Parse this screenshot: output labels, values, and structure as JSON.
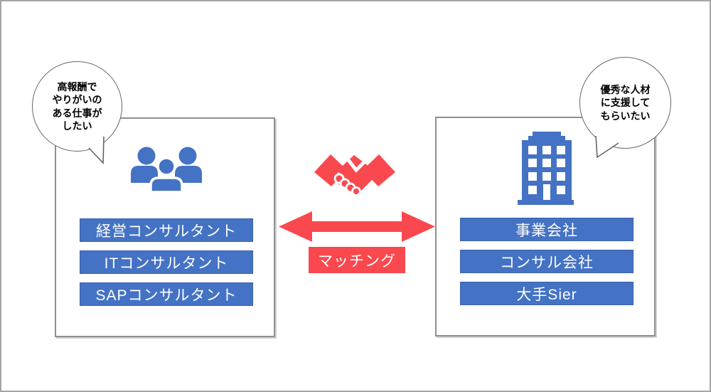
{
  "colors": {
    "blue": "#4472C4",
    "blue-border": "#3A62AD",
    "red": "#F9494F",
    "bubble-border": "#666666"
  },
  "bubbles": {
    "left": {
      "text": "高報酬で\nやりがいの\nある仕事が\nしたい"
    },
    "right": {
      "text": "優秀な人材\nに支援して\nもらいたい"
    }
  },
  "left_panel": {
    "icon": "people-icon",
    "items": [
      "経営コンサルタント",
      "ITコンサルタント",
      "SAPコンサルタント"
    ]
  },
  "right_panel": {
    "icon": "building-icon",
    "items": [
      "事業会社",
      "コンサル会社",
      "大手Sier"
    ]
  },
  "center": {
    "icon": "handshake-icon",
    "arrow": "double-headed-arrow",
    "label": "マッチング"
  }
}
